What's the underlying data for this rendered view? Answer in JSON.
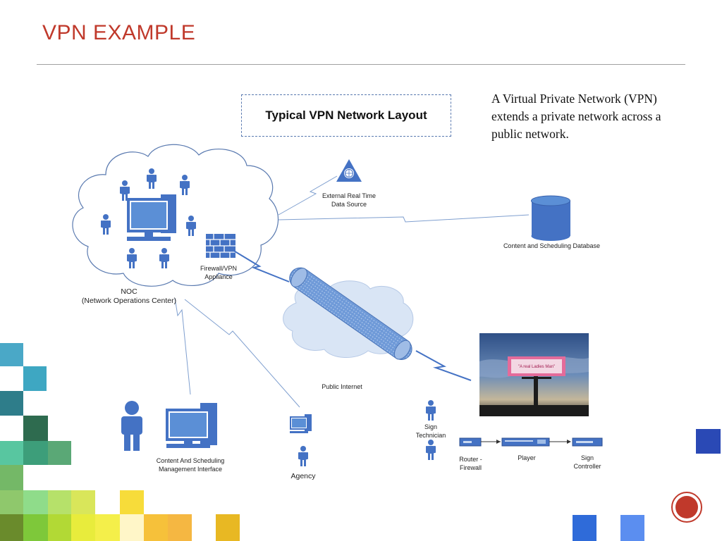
{
  "slide": {
    "title": "VPN EXAMPLE"
  },
  "diagram": {
    "layout_title": "Typical VPN Network Layout",
    "description": "A Virtual Private Network (VPN) extends a private network across a public network.",
    "labels": {
      "external_source_line1": "External Real Time",
      "external_source_line2": "Data Source",
      "database": "Content and Scheduling Database",
      "firewall_line1": "Firewall/VPN",
      "firewall_line2": "Appliance",
      "noc_line1": "NOC",
      "noc_line2": "(Network Operations Center)",
      "public_internet": "Public Internet",
      "mgmt_line1": "Content And Scheduling",
      "mgmt_line2": "Management Interface",
      "agency": "Agency",
      "sign_tech_line1": "Sign",
      "sign_tech_line2": "Technician",
      "router_line1": "Router -",
      "router_line2": "Firewall",
      "player": "Player",
      "sign_controller_line1": "Sign",
      "sign_controller_line2": "Controller",
      "billboard_text": "\"A real Ladies Man\""
    }
  },
  "colors": {
    "accent": "#c0392b",
    "icon_blue": "#4472c4",
    "cloud_fill": "#d9e5f5"
  }
}
